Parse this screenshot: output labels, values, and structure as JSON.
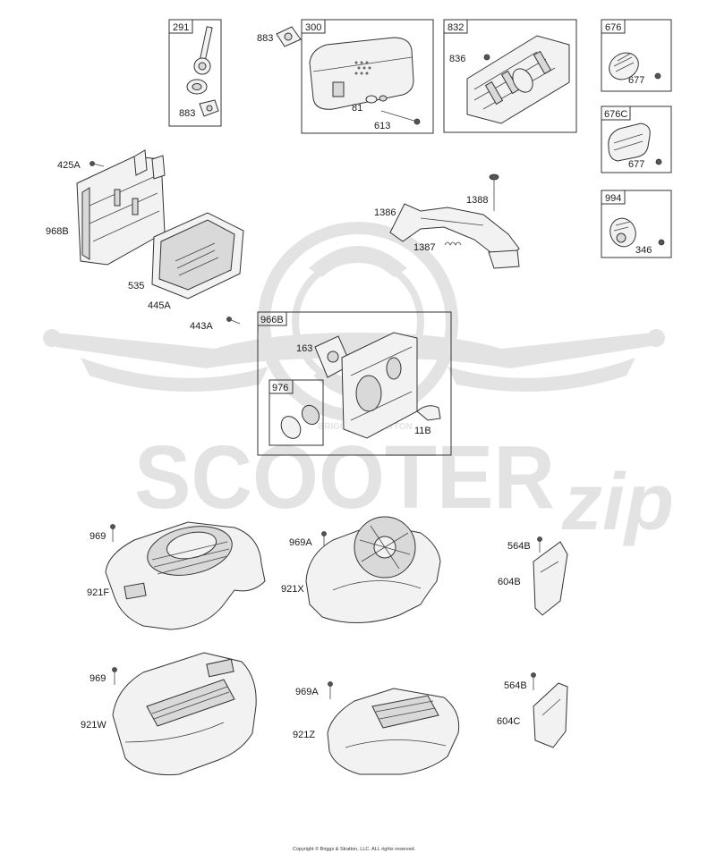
{
  "watermark": {
    "brand_text": "SCOOTER",
    "script_text": "zip",
    "stamp_text": "BRIGGS & STRATTON"
  },
  "copyright": "Copyright © Briggs & Stratton, LLC. ALL rights reserved.",
  "boxes": {
    "b291": "291",
    "b300": "300",
    "b832": "832",
    "b676": "676",
    "b676c": "676C",
    "b994": "994",
    "b966b": "966B",
    "b976": "976"
  },
  "labels": {
    "l883a": "883",
    "l883b": "883",
    "l81": "81",
    "l613": "613",
    "l836": "836",
    "l677a": "677",
    "l677b": "677",
    "l346": "346",
    "l425a": "425A",
    "l968b": "968B",
    "l535": "535",
    "l445a": "445A",
    "l443a": "443A",
    "l1388": "1388",
    "l1386": "1386",
    "l1387": "1387",
    "l163": "163",
    "l11b": "11B",
    "l969a": "969",
    "l921f": "921F",
    "l969aa": "969A",
    "l921x": "921X",
    "l564ba": "564B",
    "l604b": "604B",
    "l969b": "969",
    "l921w": "921W",
    "l969ab": "969A",
    "l921z": "921Z",
    "l564bb": "564B",
    "l604c": "604C"
  }
}
